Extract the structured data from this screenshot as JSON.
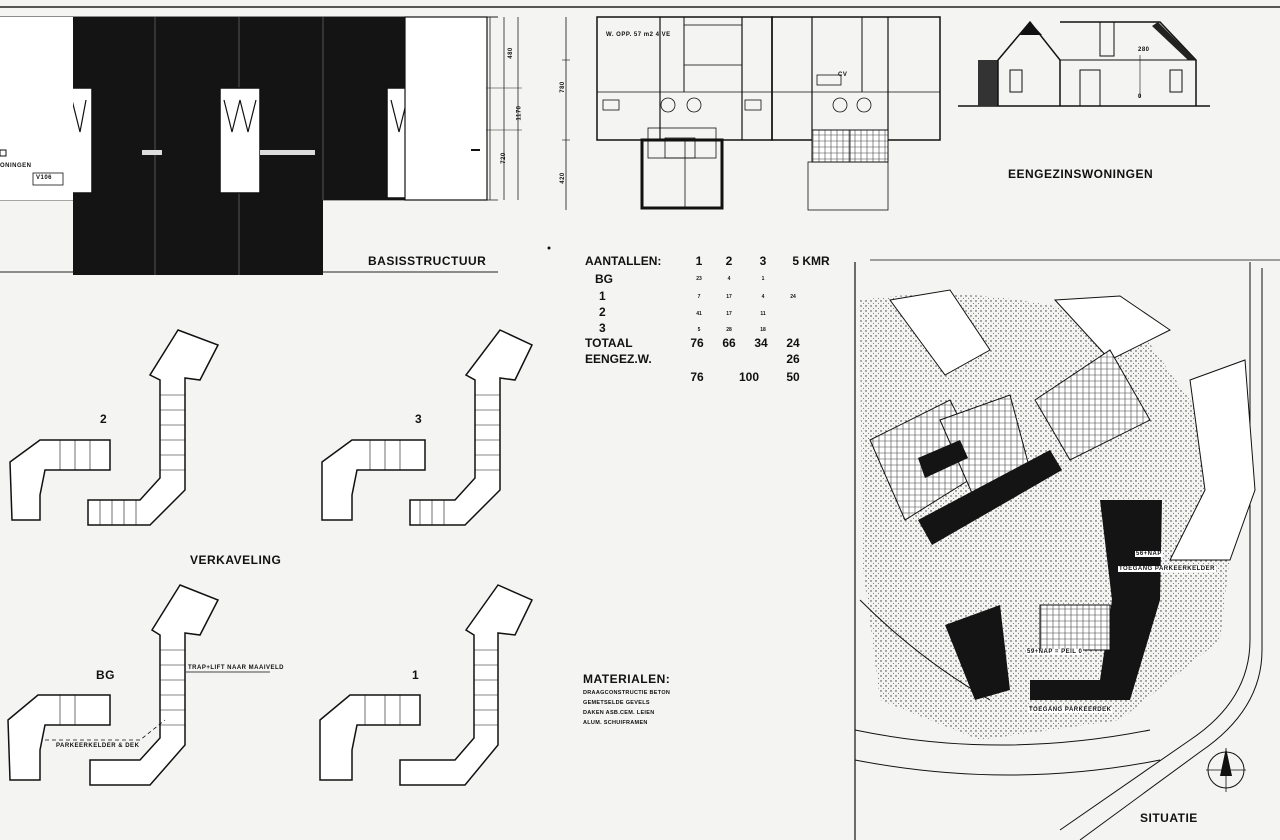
{
  "labels": {
    "basis": "BASISSTRUCTUUR",
    "eengezins": "EENGEZINSWONINGEN",
    "verkaveling": "VERKAVELING",
    "situatie": "SITUATIE",
    "floor_2": "2",
    "floor_3": "3",
    "floor_bg": "BG",
    "floor_1": "1",
    "trap_lift": "TRAP+LIFT NAAR MAAIVELD",
    "parkeerkelder_dek": "PARKEERKELDER & DEK",
    "v106": "V106",
    "woningen": "ONINGEN",
    "w_opp": "W. OPP. 57 m2 4 VE",
    "cv": "CV",
    "dim_780": "780",
    "dim_420": "420",
    "dim_480": "480",
    "dim_1170": "1170",
    "dim_720": "720",
    "dim_280": "280",
    "dim_0": "0",
    "nap56": "56+NAP",
    "toegang_1": "TOEGANG PARKEERKELDER",
    "nap59": "59+NAP = PEIL 0",
    "toegang_2": "TOEGANG PARKEERDEK"
  },
  "table": {
    "title": "AANTALLEN:",
    "columns": [
      "1",
      "2",
      "3",
      "5 KMR"
    ],
    "rows": [
      {
        "label": "BG",
        "values": [
          "23",
          "4",
          "1",
          ""
        ]
      },
      {
        "label": "1",
        "values": [
          "7",
          "17",
          "4",
          "24"
        ]
      },
      {
        "label": "2",
        "values": [
          "41",
          "17",
          "11",
          ""
        ]
      },
      {
        "label": "3",
        "values": [
          "5",
          "28",
          "18",
          ""
        ]
      }
    ],
    "totaal_label": "TOTAAL",
    "totaal": [
      "76",
      "66",
      "34",
      "24"
    ],
    "eengez_label": "EENGEZ.W.",
    "eengez": [
      "",
      "",
      "",
      "26"
    ],
    "sums": [
      "76",
      "100",
      "50"
    ]
  },
  "materialen": {
    "title": "MATERIALEN:",
    "lines": [
      "DRAAGCONSTRUCTIE BETON",
      "GEMETSELDE GEVELS",
      "DAKEN ASB.CEM. LEIEN",
      "ALUM. SCHUIFRAMEN"
    ]
  }
}
